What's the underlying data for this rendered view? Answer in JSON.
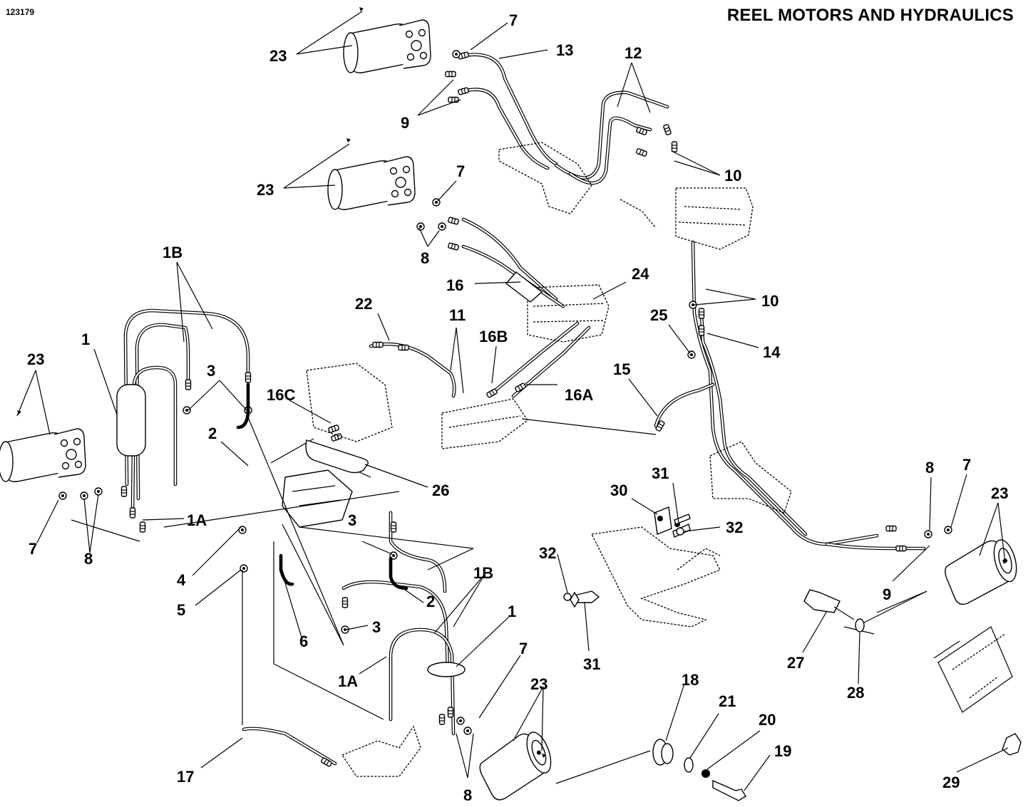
{
  "header": {
    "doc_number": "123179",
    "title": "REEL MOTORS AND HYDRAULICS"
  },
  "callouts": [
    {
      "id": "c01",
      "text": "23"
    },
    {
      "id": "c02",
      "text": "7"
    },
    {
      "id": "c03",
      "text": "13"
    },
    {
      "id": "c04",
      "text": "9"
    },
    {
      "id": "c05",
      "text": "12"
    },
    {
      "id": "c06",
      "text": "10"
    },
    {
      "id": "c07",
      "text": "23"
    },
    {
      "id": "c08",
      "text": "7"
    },
    {
      "id": "c09",
      "text": "8"
    },
    {
      "id": "c10",
      "text": "1B"
    },
    {
      "id": "c11",
      "text": "16"
    },
    {
      "id": "c12",
      "text": "24"
    },
    {
      "id": "c13",
      "text": "22"
    },
    {
      "id": "c14",
      "text": "11"
    },
    {
      "id": "c15",
      "text": "16B"
    },
    {
      "id": "c16",
      "text": "25"
    },
    {
      "id": "c17",
      "text": "10"
    },
    {
      "id": "c18",
      "text": "14"
    },
    {
      "id": "c19",
      "text": "1"
    },
    {
      "id": "c20",
      "text": "23"
    },
    {
      "id": "c21",
      "text": "3"
    },
    {
      "id": "c22",
      "text": "16C"
    },
    {
      "id": "c23",
      "text": "16A"
    },
    {
      "id": "c24",
      "text": "15"
    },
    {
      "id": "c25",
      "text": "2"
    },
    {
      "id": "c26",
      "text": "26"
    },
    {
      "id": "c27",
      "text": "31"
    },
    {
      "id": "c28",
      "text": "30"
    },
    {
      "id": "c29",
      "text": "8"
    },
    {
      "id": "c30",
      "text": "7"
    },
    {
      "id": "c31",
      "text": "23"
    },
    {
      "id": "c32",
      "text": "1A"
    },
    {
      "id": "c33",
      "text": "7"
    },
    {
      "id": "c34",
      "text": "8"
    },
    {
      "id": "c35",
      "text": "3"
    },
    {
      "id": "c36",
      "text": "32"
    },
    {
      "id": "c37",
      "text": "32"
    },
    {
      "id": "c38",
      "text": "4"
    },
    {
      "id": "c39",
      "text": "1B"
    },
    {
      "id": "c40",
      "text": "5"
    },
    {
      "id": "c41",
      "text": "2"
    },
    {
      "id": "c42",
      "text": "9"
    },
    {
      "id": "c43",
      "text": "1"
    },
    {
      "id": "c44",
      "text": "3"
    },
    {
      "id": "c45",
      "text": "6"
    },
    {
      "id": "c46",
      "text": "31"
    },
    {
      "id": "c47",
      "text": "27"
    },
    {
      "id": "c48",
      "text": "7"
    },
    {
      "id": "c49",
      "text": "23"
    },
    {
      "id": "c50",
      "text": "1A"
    },
    {
      "id": "c51",
      "text": "28"
    },
    {
      "id": "c52",
      "text": "18"
    },
    {
      "id": "c53",
      "text": "21"
    },
    {
      "id": "c54",
      "text": "20"
    },
    {
      "id": "c55",
      "text": "19"
    },
    {
      "id": "c56",
      "text": "17"
    },
    {
      "id": "c57",
      "text": "8"
    },
    {
      "id": "c58",
      "text": "29"
    }
  ]
}
